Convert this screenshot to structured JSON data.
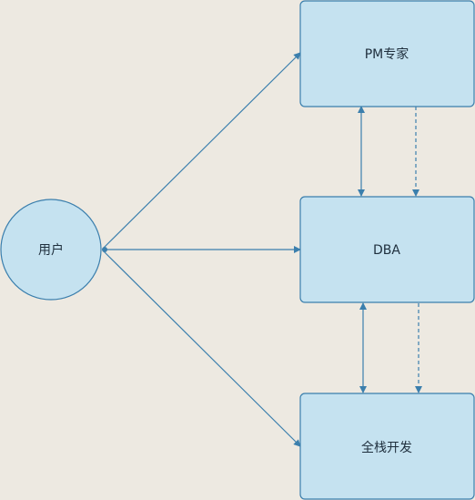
{
  "diagram": {
    "nodes": {
      "user": {
        "label": "用户"
      },
      "pm": {
        "label": "PM专家"
      },
      "dba": {
        "label": "DBA"
      },
      "fullstack": {
        "label": "全栈开发"
      }
    },
    "colors": {
      "background": "#ede9e1",
      "node_fill": "#c5e2f0",
      "node_stroke": "#3b7fad",
      "edge": "#3b7fad",
      "text": "#1f2f3d"
    }
  }
}
